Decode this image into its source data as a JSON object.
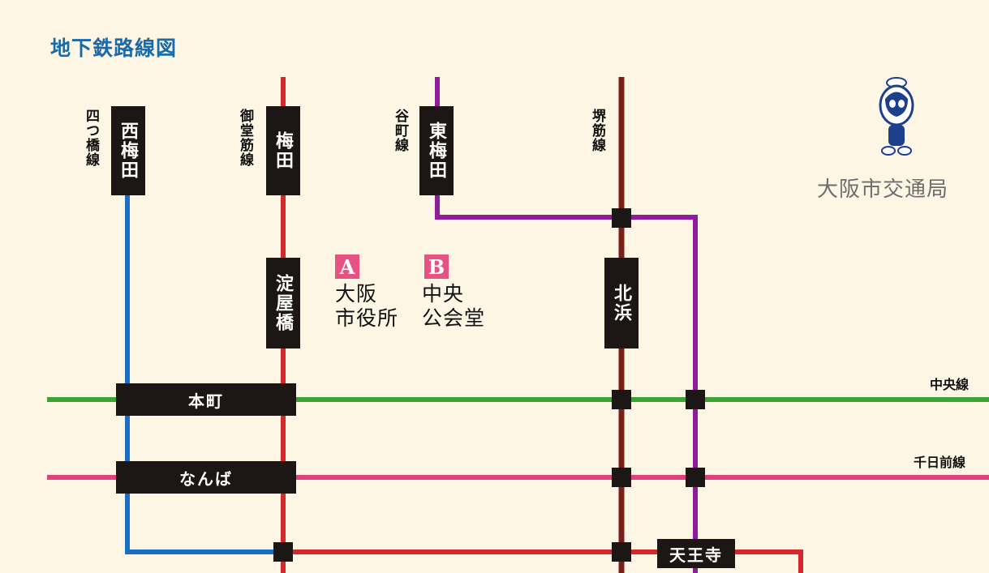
{
  "title": "地下鉄路線図",
  "organization": "大阪市交通局",
  "colors": {
    "background": "#fdf6e4",
    "yotsubashi": "#1b6fc2",
    "midosuji": "#d8272c",
    "tanimachi": "#8f1d99",
    "sakaisuji": "#7b1f1b",
    "chuo": "#3aa535",
    "sennichimae": "#e0407e",
    "station": "#1c1614",
    "badge": "#e65383"
  },
  "lines": {
    "yotsubashi": "四つ橋線",
    "midosuji": "御堂筋線",
    "tanimachi": "谷町線",
    "sakaisuji": "堺筋線",
    "chuo": "中央線",
    "sennichimae": "千日前線"
  },
  "stations": {
    "nishi_umeda": "西梅田",
    "umeda": "梅田",
    "higashi_umeda": "東梅田",
    "yodoyabashi": "淀屋橋",
    "kitahama": "北浜",
    "honmachi": "本町",
    "namba": "なんば",
    "tennoji": "天王寺"
  },
  "exits": [
    {
      "badge": "A",
      "line1": "大阪",
      "line2": "市役所"
    },
    {
      "badge": "B",
      "line1": "中央",
      "line2": "公会堂"
    }
  ]
}
